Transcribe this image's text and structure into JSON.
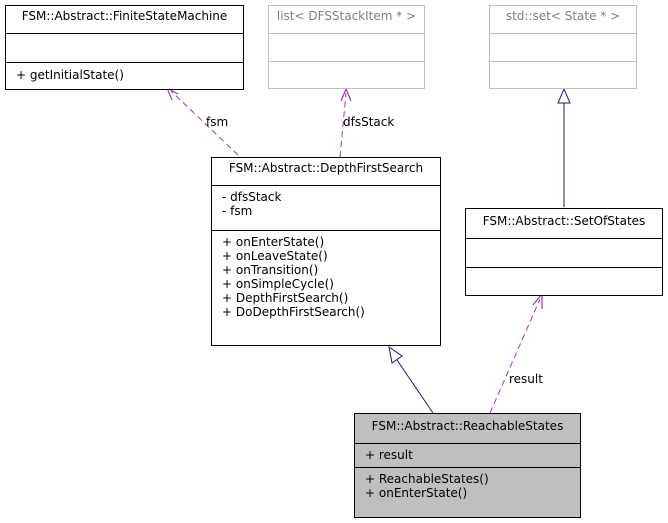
{
  "classes": {
    "fsm": {
      "name": "FSM::Abstract::FiniteStateMachine",
      "attributes": [],
      "operations": [
        "+ getInitialState()"
      ]
    },
    "list": {
      "name": "list< DFSStackItem * >",
      "attributes": [],
      "operations": []
    },
    "set": {
      "name": "std::set< State * >",
      "attributes": [],
      "operations": []
    },
    "dfs": {
      "name": "FSM::Abstract::DepthFirstSearch",
      "attributes": [
        "- dfsStack",
        "- fsm"
      ],
      "operations": [
        "+ onEnterState()",
        "+ onLeaveState()",
        "+ onTransition()",
        "+ onSimpleCycle()",
        "+ DepthFirstSearch()",
        "+ DoDepthFirstSearch()"
      ]
    },
    "setofstates": {
      "name": "FSM::Abstract::SetOfStates",
      "attributes": [],
      "operations": []
    },
    "reachable": {
      "name": "FSM::Abstract::ReachableStates",
      "attributes": [
        "+ result"
      ],
      "operations": [
        "+ ReachableStates()",
        "+ onEnterState()"
      ]
    }
  },
  "edges": {
    "fsm_label": "fsm",
    "dfsstack_label": "dfsStack",
    "result_label": "result"
  },
  "colors": {
    "inheritance": "#191970",
    "usage": "#9a32cd",
    "highlight_fill": "#bfbfbf",
    "external_border": "#bfbfbf"
  }
}
